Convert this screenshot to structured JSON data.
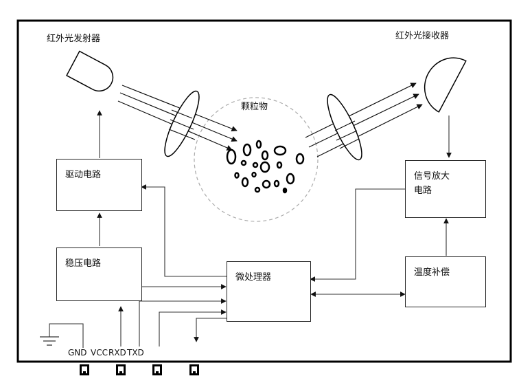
{
  "labels": {
    "emitter": "红外光发射器",
    "receiver": "红外光接收器",
    "particles": "颗粒物"
  },
  "blocks": {
    "drive": "驱动电路",
    "regulator": "稳压电路",
    "microprocessor": "微处理器",
    "amplifier": "信号放大\n电路",
    "temp_comp": "温度补偿"
  },
  "pins": [
    "GND",
    "VCC",
    "RXD",
    "TXD"
  ]
}
